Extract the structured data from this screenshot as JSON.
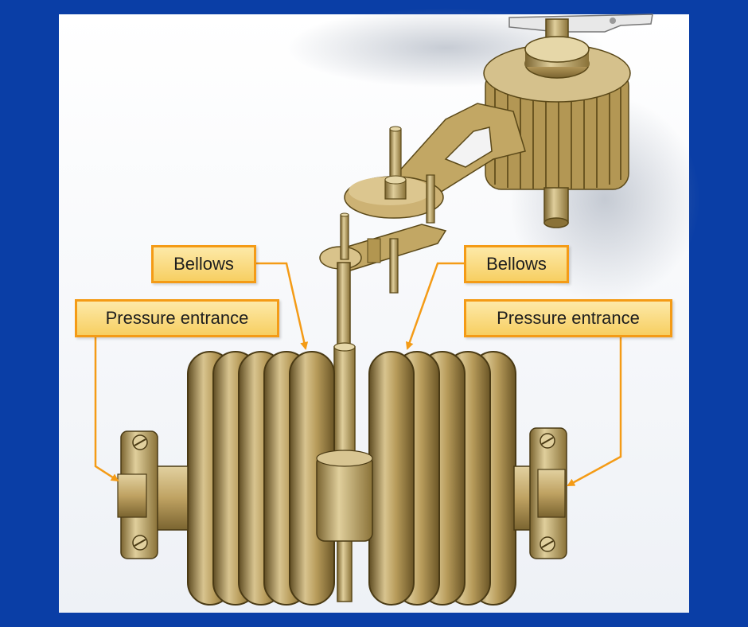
{
  "labels": {
    "bellows_left": "Bellows",
    "bellows_right": "Bellows",
    "pressure_left": "Pressure entrance",
    "pressure_right": "Pressure entrance"
  },
  "colors": {
    "frame": "#0a3ea6",
    "label_fill": "#f9d978",
    "label_border": "#f49b16",
    "brass": "#c5ab6b",
    "brass_dark": "#6f5a2a"
  }
}
